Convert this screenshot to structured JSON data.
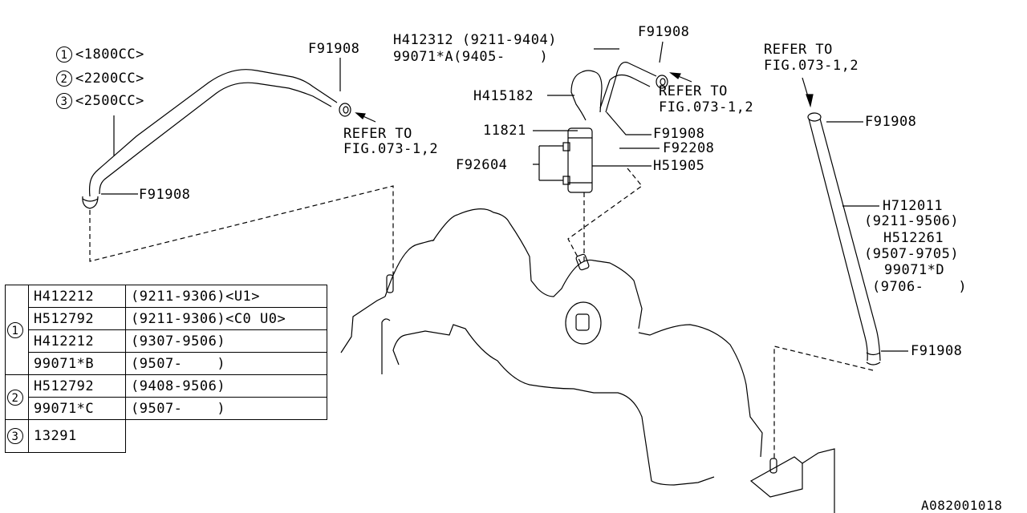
{
  "diagram": {
    "id": "A082001018",
    "engine_variants": [
      {
        "num": "1",
        "label": "<1800CC>"
      },
      {
        "num": "2",
        "label": "<2200CC>"
      },
      {
        "num": "3",
        "label": "<2500CC>"
      }
    ],
    "callouts": {
      "left_hose_top_clamp": "F91908",
      "left_hose_bottom_clamp": "F91908",
      "left_refer_line1": "REFER TO",
      "left_refer_line2": "FIG.073-1,2",
      "center_hose_line1": "H412312 (9211-9404)",
      "center_hose_line2": "99071*A(9405-    )",
      "center_top_clamp": "F91908",
      "center_refer_line1": "REFER TO",
      "center_refer_line2": "FIG.073-1,2",
      "pcv_hose": "H415182",
      "pcv_valve": "11821",
      "center_lower_clamp": "F91908",
      "clip": "F92208",
      "bracket_bolts": "F92604",
      "pcv_body": "H51905",
      "right_refer_line1": "REFER TO",
      "right_refer_line2": "FIG.073-1,2",
      "right_top_clamp": "F91908",
      "right_hose_1": "H712011",
      "right_hose_1_range": "(9211-9506)",
      "right_hose_2": "H512261",
      "right_hose_2_range": "(9507-9705)",
      "right_hose_3": "99071*D",
      "right_hose_3_range": "(9706-    )",
      "right_bottom_clamp": "F91908"
    },
    "applicability_table": [
      {
        "group": "1",
        "rows": [
          {
            "part": "H412212",
            "range": "(9211-9306)<U1>"
          },
          {
            "part": "H512792",
            "range": "(9211-9306)<C0 U0>"
          },
          {
            "part": "H412212",
            "range": "(9307-9506)"
          },
          {
            "part": "99071*B",
            "range": "(9507-    )"
          }
        ]
      },
      {
        "group": "2",
        "rows": [
          {
            "part": "H512792",
            "range": "(9408-9506)"
          },
          {
            "part": "99071*C",
            "range": "(9507-    )"
          }
        ]
      },
      {
        "group": "3",
        "rows": [
          {
            "part": "13291",
            "range": ""
          }
        ]
      }
    ]
  }
}
